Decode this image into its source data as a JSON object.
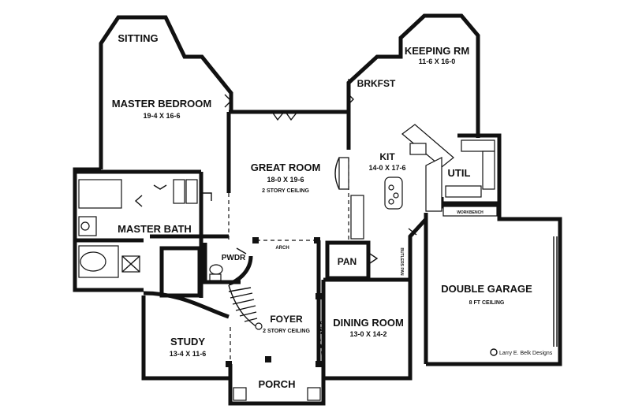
{
  "rooms": {
    "sitting": {
      "name": "SITTING"
    },
    "master_bedroom": {
      "name": "MASTER BEDROOM",
      "size": "19-4 X 16-6"
    },
    "keeping_rm": {
      "name": "KEEPING RM",
      "size": "11-6 X 16-0"
    },
    "brkfst": {
      "name": "BRKFST"
    },
    "great_room": {
      "name": "GREAT ROOM",
      "size": "18-0 X 19-6",
      "note": "2 STORY CEILING"
    },
    "kit": {
      "name": "KIT",
      "size": "14-0 X 17-6"
    },
    "util": {
      "name": "UTIL"
    },
    "master_bath": {
      "name": "MASTER BATH"
    },
    "pwdr": {
      "name": "PWDR"
    },
    "pan": {
      "name": "PAN"
    },
    "double_garage": {
      "name": "DOUBLE GARAGE",
      "note": "8 FT CEILING"
    },
    "foyer": {
      "name": "FOYER",
      "note": "2 STORY CEILING"
    },
    "study": {
      "name": "STUDY",
      "size": "13-4 X 11-6"
    },
    "dining_room": {
      "name": "DINING ROOM",
      "size": "13-0 X 14-2"
    },
    "porch": {
      "name": "PORCH"
    }
  },
  "labels": {
    "arch": "ARCH",
    "arch_vertical": "ARCH",
    "workbench": "WORKBENCH",
    "butlers_pan": "BUTLERS PAN"
  },
  "credit": "Larry E. Belk Designs"
}
